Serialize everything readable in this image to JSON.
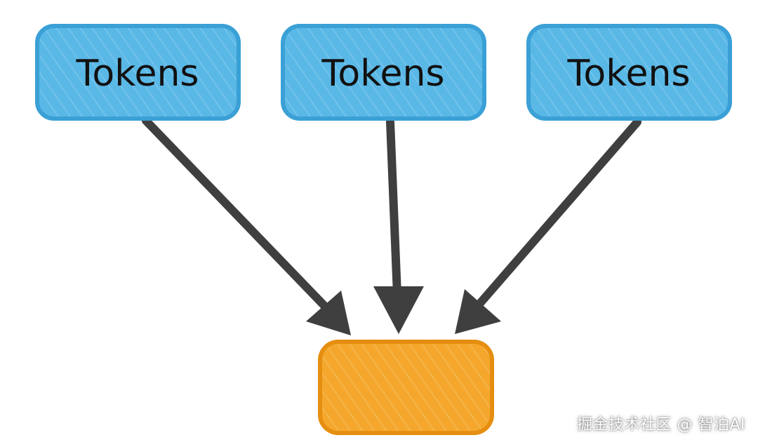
{
  "colors": {
    "token_fill": "#5ab8e6",
    "token_stroke": "#3aa0d6",
    "target_fill": "#f4a72c",
    "target_stroke": "#e58e10",
    "arrow": "#3f3f3f",
    "label": "#111111"
  },
  "diagram": {
    "nodes": [
      {
        "id": "token-1",
        "label": "Tokens",
        "kind": "token"
      },
      {
        "id": "token-2",
        "label": "Tokens",
        "kind": "token"
      },
      {
        "id": "token-3",
        "label": "Tokens",
        "kind": "token"
      },
      {
        "id": "target",
        "label": "",
        "kind": "target"
      }
    ],
    "edges": [
      {
        "from": "token-1",
        "to": "target"
      },
      {
        "from": "token-2",
        "to": "target"
      },
      {
        "from": "token-3",
        "to": "target"
      }
    ]
  },
  "watermark": {
    "text": "掘金技术社区 @ 智泊AI"
  }
}
